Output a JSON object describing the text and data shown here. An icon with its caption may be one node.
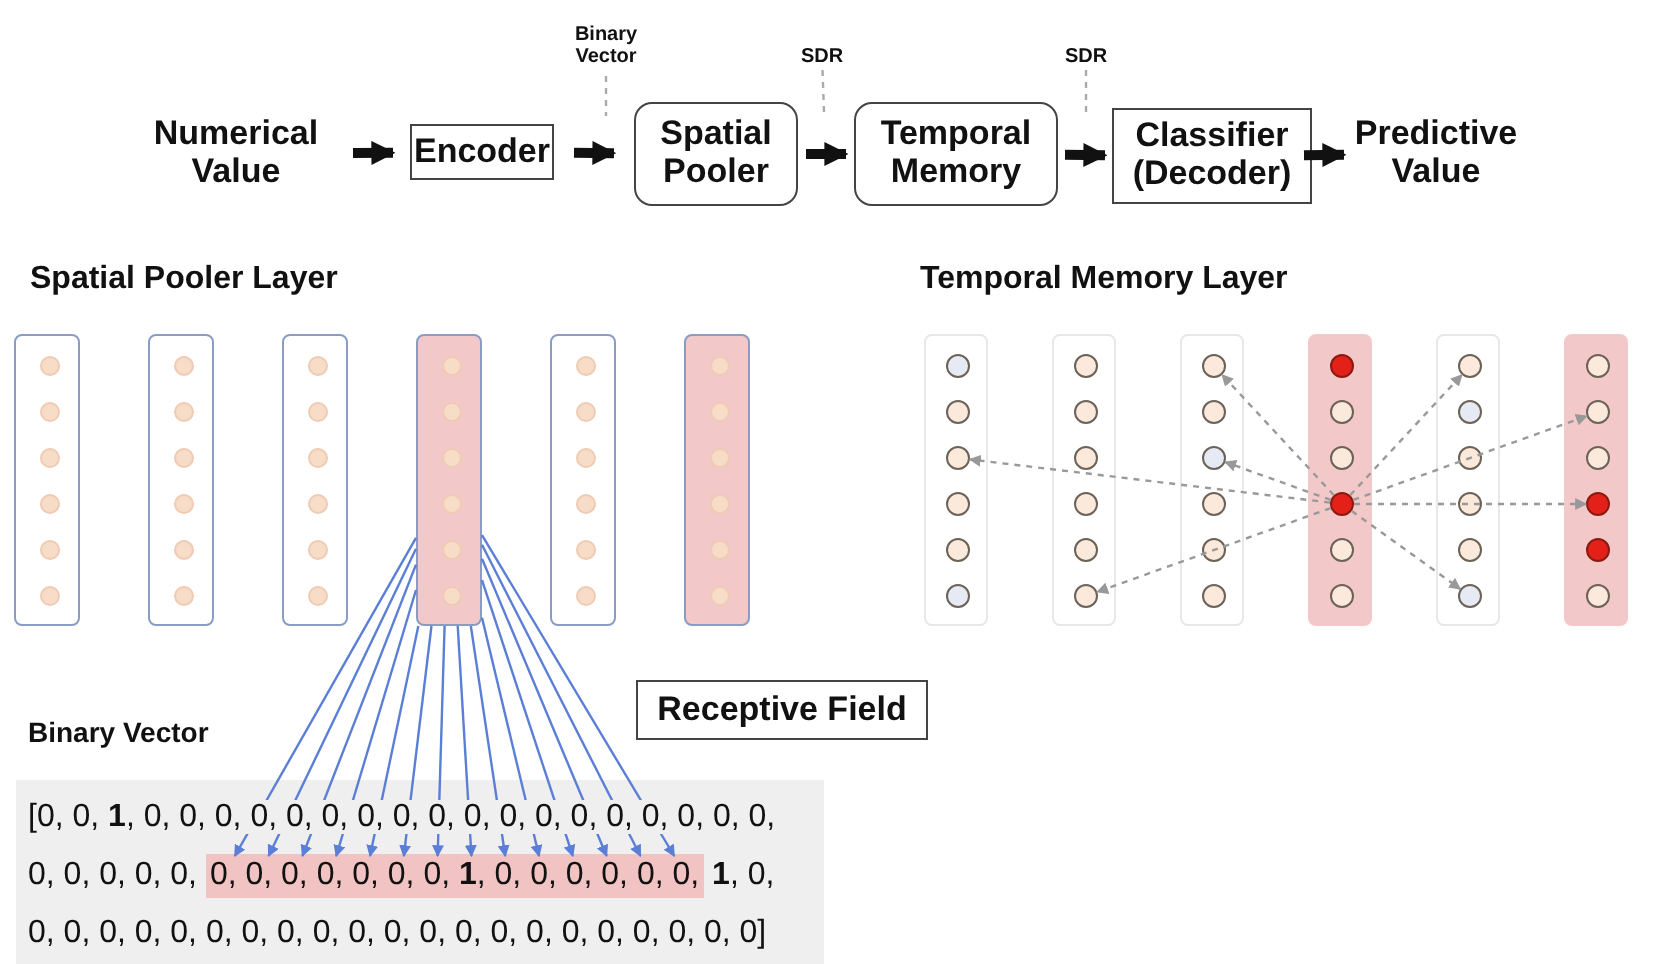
{
  "diagram": {
    "nodes": [
      {
        "text": [
          "Numerical Value"
        ]
      },
      {
        "text": [
          "Encoder"
        ]
      },
      {
        "text": [
          "Spatial Pooler"
        ]
      },
      {
        "text": [
          "Temporal Memory"
        ]
      },
      {
        "text": [
          "Classifier (Decoder)"
        ]
      },
      {
        "text": [
          "Predictive Value"
        ]
      },
      {
        "text": [
          "Binary Vector"
        ]
      },
      {
        "text": [
          "SDR"
        ]
      },
      {
        "text": [
          "SDR"
        ]
      },
      {
        "text": [],
        "shape": "box"
      },
      {
        "text": [],
        "shape": "circle",
        "in": 9
      },
      {
        "text": [],
        "shape": "circle",
        "in": 9
      },
      {
        "text": [],
        "shape": "circle",
        "in": 9
      },
      {
        "text": [],
        "shape": "circle",
        "in": 9
      },
      {
        "text": [],
        "shape": "circle",
        "in": 9
      },
      {
        "text": [],
        "shape": "circle",
        "in": 9
      },
      {
        "text": [],
        "shape": "box"
      },
      {
        "text": [],
        "shape": "circle",
        "in": 16
      },
      {
        "text": [],
        "shape": "circle",
        "in": 16
      },
      {
        "text": [],
        "shape": "circle",
        "in": 16
      },
      {
        "text": [],
        "shape": "circle",
        "in": 16
      },
      {
        "text": [],
        "shape": "circle",
        "in": 16
      },
      {
        "text": [],
        "shape": "circle",
        "in": 16
      },
      {
        "text": [],
        "shape": "box"
      },
      {
        "text": [],
        "shape": "circle",
        "in": 23
      },
      {
        "text": [],
        "shape": "circle",
        "in": 23
      },
      {
        "text": [],
        "shape": "circle",
        "in": 23
      },
      {
        "text": [],
        "shape": "circle",
        "in": 23
      },
      {
        "text": [],
        "shape": "circle",
        "in": 23
      },
      {
        "text": [],
        "shape": "circle",
        "in": 23
      },
      {
        "text": [],
        "shape": "box"
      },
      {
        "text": [],
        "shape": "circle",
        "in": 30
      },
      {
        "text": [],
        "shape": "circle",
        "in": 30
      },
      {
        "text": [],
        "shape": "circle",
        "in": 30
      },
      {
        "text": [],
        "shape": "circle",
        "in": 30
      },
      {
        "text": [],
        "shape": "circle",
        "in": 30
      },
      {
        "text": [],
        "shape": "circle",
        "in": 30
      },
      {
        "text": [],
        "shape": "box"
      },
      {
        "text": [],
        "shape": "circle",
        "in": 37
      },
      {
        "text": [],
        "shape": "circle",
        "in": 37
      },
      {
        "text": [],
        "shape": "circle",
        "in": 37
      },
      {
        "text": [],
        "shape": "circle",
        "in": 37
      },
      {
        "text": [],
        "shape": "circle",
        "in": 37
      },
      {
        "text": [],
        "shape": "circle",
        "in": 37
      },
      {
        "text": [],
        "shape": "box"
      },
      {
        "text": [],
        "shape": "circle",
        "in": 44
      },
      {
        "text": [],
        "shape": "circle",
        "in": 44
      },
      {
        "text": [],
        "shape": "circle",
        "in": 44
      },
      {
        "text": [],
        "shape": "circle",
        "in": 44
      },
      {
        "text": [],
        "shape": "circle",
        "in": 44
      },
      {
        "text": [],
        "shape": "circle",
        "in": 44
      },
      {
        "text": [],
        "shape": "box"
      },
      {
        "text": [],
        "shape": "circle",
        "in": 51
      },
      {
        "text": [],
        "shape": "circle",
        "in": 51
      },
      {
        "text": [],
        "shape": "circle",
        "in": 51
      },
      {
        "text": [],
        "shape": "circle",
        "in": 51
      },
      {
        "text": [],
        "shape": "circle",
        "in": 51
      },
      {
        "text": [],
        "shape": "circle",
        "in": 51
      },
      {
        "text": [],
        "shape": "box"
      },
      {
        "text": [],
        "shape": "circle",
        "in": 58
      },
      {
        "text": [],
        "shape": "circle",
        "in": 58
      },
      {
        "text": [],
        "shape": "circle",
        "in": 58
      },
      {
        "text": [],
        "shape": "circle",
        "in": 58
      },
      {
        "text": [],
        "shape": "circle",
        "in": 58
      },
      {
        "text": [],
        "shape": "circle",
        "in": 58
      },
      {
        "text": [],
        "shape": "box"
      },
      {
        "text": [],
        "shape": "circle",
        "in": 65
      },
      {
        "text": [],
        "shape": "circle",
        "in": 65
      },
      {
        "text": [],
        "shape": "circle",
        "in": 65
      },
      {
        "text": [],
        "shape": "circle",
        "in": 65
      },
      {
        "text": [],
        "shape": "circle",
        "in": 65
      },
      {
        "text": [],
        "shape": "circle",
        "in": 65
      },
      {
        "text": [],
        "shape": "box"
      },
      {
        "text": [],
        "shape": "circle",
        "in": 72
      },
      {
        "text": [],
        "shape": "circle",
        "in": 72
      },
      {
        "text": [],
        "shape": "circle",
        "in": 72
      },
      {
        "text": [],
        "shape": "circle",
        "in": 72
      },
      {
        "text": [],
        "shape": "circle",
        "in": 72
      },
      {
        "text": [],
        "shape": "circle",
        "in": 72
      },
      {
        "text": [],
        "shape": "box"
      },
      {
        "text": [],
        "shape": "circle",
        "in": 79
      },
      {
        "text": [],
        "shape": "circle",
        "in": 79
      },
      {
        "text": [],
        "shape": "circle",
        "in": 79
      },
      {
        "text": [],
        "shape": "circle",
        "in": 79
      },
      {
        "text": [],
        "shape": "circle",
        "in": 79
      },
      {
        "text": [],
        "shape": "circle",
        "in": 79
      },
      {
        "text": [],
        "shape": "box"
      },
      {
        "text": [],
        "shape": "circle",
        "in": 86
      },
      {
        "text": [],
        "shape": "circle",
        "in": 86
      },
      {
        "text": [],
        "shape": "circle",
        "in": 86
      },
      {
        "text": [],
        "shape": "circle",
        "in": 86
      },
      {
        "text": [],
        "shape": "circle",
        "in": 86
      },
      {
        "text": [],
        "shape": "circle",
        "in": 86
      },
      {
        "text": [
          "Receptive Field"
        ]
      },
      {
        "text": [
          "Binary Vector",
          "[0, 0, **1**, 0, 0, 0, 0, 0, 0, 0, 0, 0, 0, 0, 0, 0, 0, 0, 0, 0, 0,",
          "0, 0, 0, 0, 0,",
          "**1**, 0,",
          "0, 0, 0, 0, 0, 0, 0, 0, 0, 0, 0, 0, 0, 0, 0, 0, 0, 0, 0, 0, 0]"
        ]
      },
      {
        "text": [
          "0, 0, 0, 0, 0, 0, 0, **1**, 0, 0, 0, 0, 0, 0,"
        ],
        "in": 94
      }
    ],
    "edges": [
      {
        "from": 0,
        "to": 1,
        "arrow": "to",
        "style": "thick",
        "color": "#111111"
      },
      {
        "from": 1,
        "to": 2,
        "arrow": "to",
        "style": "thick",
        "color": "#111111"
      },
      {
        "from": 2,
        "to": 3,
        "arrow": "to",
        "style": "thick",
        "color": "#111111"
      },
      {
        "from": 3,
        "to": 4,
        "arrow": "to",
        "style": "thick",
        "color": "#111111"
      },
      {
        "from": 4,
        "to": 5,
        "arrow": "to",
        "style": "thick",
        "color": "#111111"
      },
      {
        "from": 6,
        "to": null,
        "arrow": "none",
        "style": "dashed",
        "color": "#aaaaaa"
      },
      {
        "from": 7,
        "to": null,
        "arrow": "none",
        "style": "dashed",
        "color": "#aaaaaa"
      },
      {
        "from": 8,
        "to": null,
        "arrow": "none",
        "style": "dashed",
        "color": "#aaaaaa"
      },
      {
        "from": 30,
        "to": 95,
        "arrow": "to",
        "color": "#5b7fd6"
      },
      {
        "from": 30,
        "to": 95,
        "arrow": "to",
        "color": "#5b7fd6"
      },
      {
        "from": 30,
        "to": 95,
        "arrow": "to",
        "color": "#5b7fd6"
      },
      {
        "from": 30,
        "to": 95,
        "arrow": "to",
        "color": "#5b7fd6"
      },
      {
        "from": 30,
        "to": 95,
        "arrow": "to",
        "color": "#5b7fd6"
      },
      {
        "from": 30,
        "to": 95,
        "arrow": "to",
        "color": "#5b7fd6"
      },
      {
        "from": 30,
        "to": 95,
        "arrow": "to",
        "color": "#5b7fd6"
      },
      {
        "from": 30,
        "to": 95,
        "arrow": "to",
        "color": "#5b7fd6"
      },
      {
        "from": 30,
        "to": 95,
        "arrow": "to",
        "color": "#5b7fd6"
      },
      {
        "from": 30,
        "to": 95,
        "arrow": "to",
        "color": "#5b7fd6"
      },
      {
        "from": 30,
        "to": 95,
        "arrow": "to",
        "color": "#5b7fd6"
      },
      {
        "from": 30,
        "to": 95,
        "arrow": "to",
        "color": "#5b7fd6"
      },
      {
        "from": 30,
        "to": 95,
        "arrow": "to",
        "color": "#5b7fd6"
      },
      {
        "from": 30,
        "to": 95,
        "arrow": "to",
        "color": "#5b7fd6"
      },
      {
        "from": 76,
        "to": 54,
        "arrow": "to",
        "style": "dashed",
        "color": "#999999"
      },
      {
        "from": 76,
        "to": 64,
        "arrow": "to",
        "style": "dashed",
        "color": "#999999"
      },
      {
        "from": 76,
        "to": 66,
        "arrow": "to",
        "style": "dashed",
        "color": "#999999"
      },
      {
        "from": 76,
        "to": 68,
        "arrow": "to",
        "style": "dashed",
        "color": "#999999"
      },
      {
        "from": 76,
        "to": 80,
        "arrow": "to",
        "style": "dashed",
        "color": "#999999"
      },
      {
        "from": 76,
        "to": 85,
        "arrow": "to",
        "style": "dashed",
        "color": "#999999"
      },
      {
        "from": 76,
        "to": 88,
        "arrow": "to",
        "style": "dashed",
        "color": "#999999"
      },
      {
        "from": 76,
        "to": 90,
        "arrow": "to",
        "style": "dashed",
        "color": "#999999"
      }
    ],
    "labels": [
      "Spatial Pooler Layer",
      "Temporal Memory Layer"
    ]
  }
}
